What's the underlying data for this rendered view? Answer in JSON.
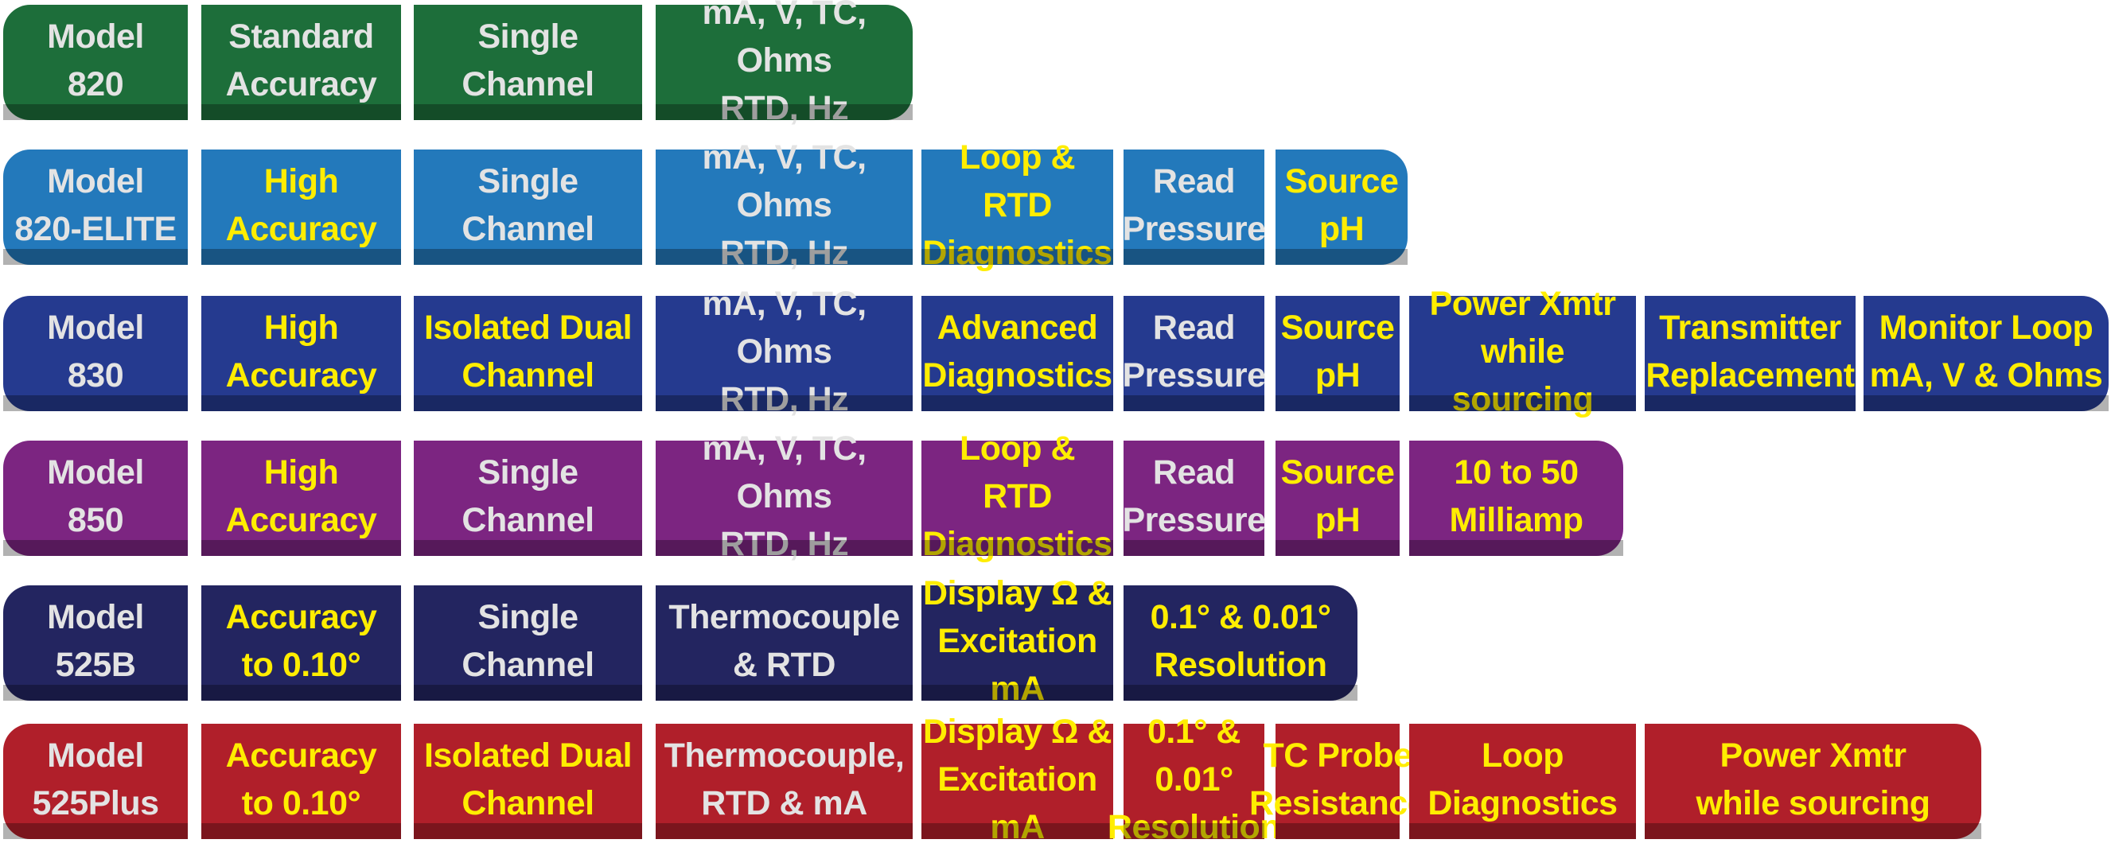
{
  "rows": [
    {
      "name": "model-820-row",
      "color": "#1d6e3a",
      "cells": [
        {
          "text": "Model\n820",
          "color": "gray"
        },
        {
          "text": "Standard\nAccuracy",
          "color": "gray"
        },
        {
          "text": "Single\nChannel",
          "color": "gray"
        },
        {
          "text": "mA, V, TC, Ohms\nRTD, Hz",
          "color": "gray"
        }
      ]
    },
    {
      "name": "model-820-elite-row",
      "color": "#2379bb",
      "cells": [
        {
          "text": "Model\n820-ELITE",
          "color": "gray"
        },
        {
          "text": "High\nAccuracy",
          "color": "yellow"
        },
        {
          "text": "Single\nChannel",
          "color": "gray"
        },
        {
          "text": "mA, V, TC, Ohms\nRTD, Hz",
          "color": "gray"
        },
        {
          "text": "Loop & RTD\nDiagnostics",
          "color": "yellow"
        },
        {
          "text": "Read\nPressure",
          "color": "gray"
        },
        {
          "text": "Source\npH",
          "color": "yellow"
        }
      ]
    },
    {
      "name": "model-830-row",
      "color": "#253a8f",
      "cells": [
        {
          "text": "Model\n830",
          "color": "gray"
        },
        {
          "text": "High\nAccuracy",
          "color": "yellow"
        },
        {
          "text": "Isolated Dual\nChannel",
          "color": "yellow"
        },
        {
          "text": "mA, V, TC, Ohms\nRTD, Hz",
          "color": "gray"
        },
        {
          "text": "Advanced\nDiagnostics",
          "color": "yellow"
        },
        {
          "text": "Read\nPressure",
          "color": "gray"
        },
        {
          "text": "Source\npH",
          "color": "yellow"
        },
        {
          "text": "Power Xmtr\nwhile sourcing",
          "color": "yellow"
        },
        {
          "text": "Transmitter\nReplacement",
          "color": "yellow"
        },
        {
          "text": "Monitor Loop\nmA, V & Ohms",
          "color": "yellow"
        }
      ]
    },
    {
      "name": "model-850-row",
      "color": "#7c2581",
      "cells": [
        {
          "text": "Model\n850",
          "color": "gray"
        },
        {
          "text": "High\nAccuracy",
          "color": "yellow"
        },
        {
          "text": "Single\nChannel",
          "color": "gray"
        },
        {
          "text": "mA, V, TC, Ohms\nRTD, Hz",
          "color": "gray"
        },
        {
          "text": "Loop & RTD\nDiagnostics",
          "color": "yellow"
        },
        {
          "text": "Read\nPressure",
          "color": "gray"
        },
        {
          "text": "Source\npH",
          "color": "yellow"
        },
        {
          "text": "10 to 50\nMilliamp",
          "color": "yellow"
        }
      ]
    },
    {
      "name": "model-525b-row",
      "color": "#232560",
      "cells": [
        {
          "text": "Model\n525B",
          "color": "gray"
        },
        {
          "text": "Accuracy\nto 0.10°",
          "color": "yellow"
        },
        {
          "text": "Single\nChannel",
          "color": "gray"
        },
        {
          "text": "Thermocouple\n& RTD",
          "color": "gray"
        },
        {
          "text": "Display Ω &\nExcitation mA",
          "color": "yellow"
        },
        {
          "text": "0.1° & 0.01°\nResolution",
          "color": "yellow"
        }
      ]
    },
    {
      "name": "model-525plus-row",
      "color": "#b01f2a",
      "cells": [
        {
          "text": "Model\n525Plus",
          "color": "gray"
        },
        {
          "text": "Accuracy\nto 0.10°",
          "color": "yellow"
        },
        {
          "text": "Isolated Dual\nChannel",
          "color": "yellow"
        },
        {
          "text": "Thermocouple,\nRTD & mA",
          "color": "gray"
        },
        {
          "text": "Display Ω &\nExcitation mA",
          "color": "yellow"
        },
        {
          "text": "0.1° & 0.01°\nResolution",
          "color": "yellow"
        },
        {
          "text": "TC Probe\nResistance",
          "color": "yellow"
        },
        {
          "text": "Loop\nDiagnostics",
          "color": "yellow"
        },
        {
          "text": "Power Xmtr\nwhile sourcing",
          "color": "yellow"
        }
      ]
    }
  ]
}
